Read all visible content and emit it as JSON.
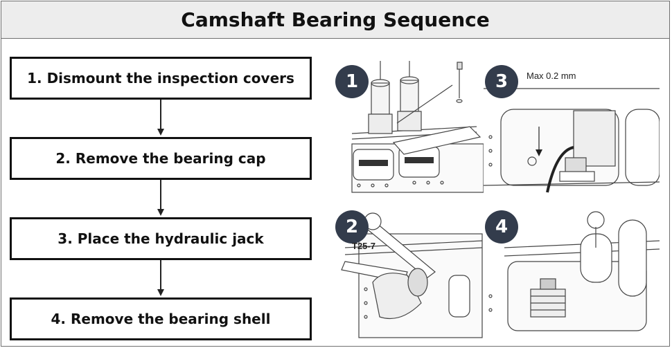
{
  "title": "Camshaft Bearing Sequence",
  "steps": [
    {
      "label": "1. Dismount the inspection covers"
    },
    {
      "label": "2. Remove the bearing cap"
    },
    {
      "label": "3. Place the hydraulic jack"
    },
    {
      "label": "4. Remove the bearing shell"
    }
  ],
  "images": [
    {
      "badge": "1",
      "callout": ""
    },
    {
      "badge": "2",
      "callout": "T25-7"
    },
    {
      "badge": "3",
      "callout": "Max 0.2 mm"
    },
    {
      "badge": "4",
      "callout": ""
    }
  ],
  "colors": {
    "badge_bg": "#333c4c",
    "title_bg": "#ededed",
    "box_border": "#111111"
  }
}
